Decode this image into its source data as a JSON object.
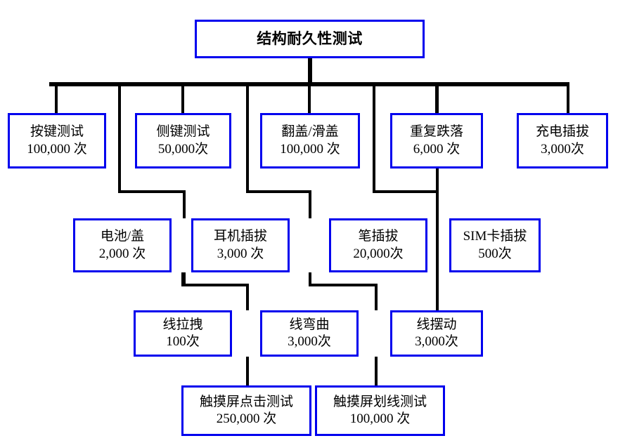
{
  "diagram": {
    "title": "结构耐久性测试",
    "root": {
      "label": "结构耐久性测试"
    },
    "nodes": [
      {
        "id": "key-test",
        "line1": "按键测试",
        "line2": "100,000 次"
      },
      {
        "id": "side-key-test",
        "line1": "侧键测试",
        "line2": "50,000次"
      },
      {
        "id": "flip-slide",
        "line1": "翻盖/滑盖",
        "line2": "100,000 次"
      },
      {
        "id": "repeat-drop",
        "line1": "重复跌落",
        "line2": "6,000 次"
      },
      {
        "id": "charge-plug",
        "line1": "充电插拔",
        "line2": "3,000次"
      },
      {
        "id": "battery-cover",
        "line1": "电池/盖",
        "line2": "2,000 次"
      },
      {
        "id": "earphone-plug",
        "line1": "耳机插拔",
        "line2": "3,000 次"
      },
      {
        "id": "pen-plug",
        "line1": "笔插拔",
        "line2": "20,000次"
      },
      {
        "id": "sim-plug",
        "line1": "SIM卡插拔",
        "line2": "500次"
      },
      {
        "id": "cable-pull",
        "line1": "线拉拽",
        "line2": "100次"
      },
      {
        "id": "cable-bend",
        "line1": "线弯曲",
        "line2": "3,000次"
      },
      {
        "id": "cable-swing",
        "line1": "线摆动",
        "line2": "3,000次"
      },
      {
        "id": "touch-tap",
        "line1": "触摸屏点击测试",
        "line2": "250,000 次"
      },
      {
        "id": "touch-swipe",
        "line1": "触摸屏划线测试",
        "line2": "100,000 次"
      }
    ],
    "colors": {
      "box_border": "#0000ee",
      "connector": "#000000",
      "background": "#ffffff",
      "text": "#000000"
    }
  }
}
